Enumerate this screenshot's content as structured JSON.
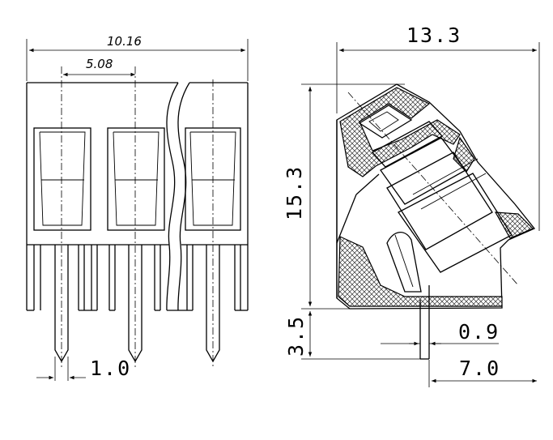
{
  "front_view": {
    "pitch_total": "10.16",
    "pitch": "5.08",
    "pin_width": "1.0"
  },
  "side_view": {
    "depth": "13.3",
    "height": "15.3",
    "pin_length": "3.5",
    "pin_thickness": "0.9",
    "pin_offset": "7.0"
  }
}
